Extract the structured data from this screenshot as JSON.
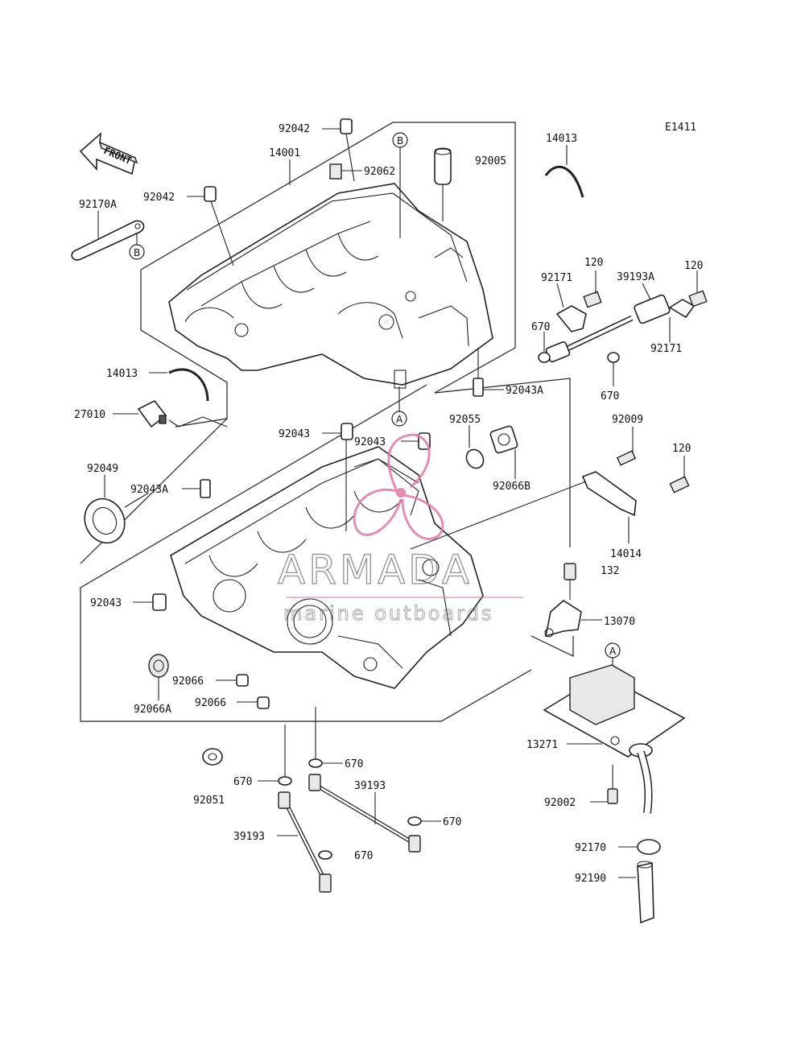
{
  "diagram_code": "E1411",
  "front_label": "FRONT",
  "part_numbers": {
    "p92042_top": "92042",
    "p14001": "14001",
    "p92062": "92062",
    "p92005": "92005",
    "p14013_top": "14013",
    "p92042_left": "92042",
    "p92170A": "92170A",
    "p120_a": "120",
    "p92171_a": "92171",
    "p39193A": "39193A",
    "p120_b": "120",
    "p670_a": "670",
    "p92171_b": "92171",
    "p670_b": "670",
    "p92043A_a": "92043A",
    "p14013_left": "14013",
    "p27010": "27010",
    "p92055": "92055",
    "p92043_a": "92043",
    "p92043_b": "92043",
    "p92009": "92009",
    "p92066B": "92066B",
    "p120_c": "120",
    "p92049": "92049",
    "p92043A_b": "92043A",
    "p14014": "14014",
    "p132": "132",
    "p92043_c": "92043",
    "p13070": "13070",
    "p92066_a": "92066",
    "p92066A": "92066A",
    "p92066_b": "92066",
    "p13271": "13271",
    "p670_c": "670",
    "p670_d": "670",
    "p39193_a": "39193",
    "p92051": "92051",
    "p670_e": "670",
    "p92002": "92002",
    "p39193_b": "39193",
    "p670_f": "670",
    "p92170": "92170",
    "p92190": "92190"
  },
  "callouts": {
    "b_top": "B",
    "b_left": "B",
    "a_mid": "A",
    "a_right": "A"
  },
  "watermark": {
    "brand": "ARMADA",
    "tagline": "marine outboards",
    "accent_color": "#e07aa8"
  }
}
